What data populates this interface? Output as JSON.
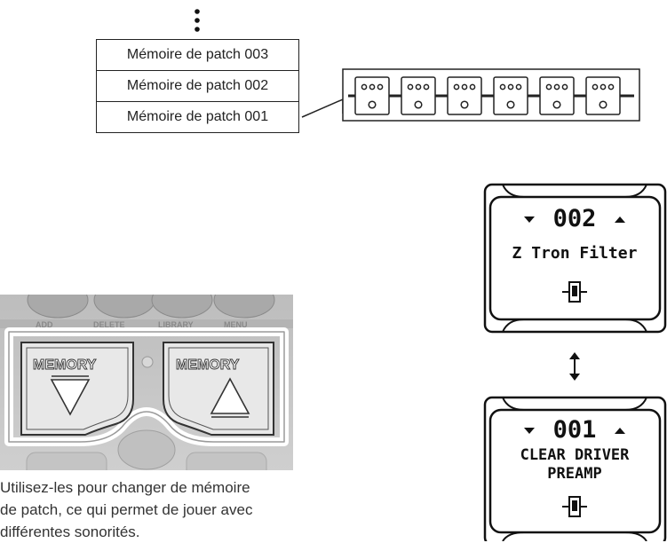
{
  "patch_list": [
    "Mémoire de patch 003",
    "Mémoire de patch 002",
    "Mémoire de patch 001"
  ],
  "pedal": {
    "top_labels": [
      "ADD",
      "DELETE",
      "LIBRARY",
      "MENU"
    ],
    "left_button": "MEMORY",
    "right_button": "MEMORY"
  },
  "caption": [
    "Utilisez-les pour changer de mémoire",
    "de patch, ce qui permet de jouer avec",
    "différentes sonorités."
  ],
  "display_top": {
    "number": "002",
    "name_lines": [
      "Z Tron Filter"
    ]
  },
  "display_bottom": {
    "number": "001",
    "name_lines": [
      "CLEAR DRIVER",
      "PREAMP"
    ]
  },
  "colors": {
    "outline": "#222222",
    "pedal_body": "#d6d6d6",
    "highlight": "#ffffff"
  }
}
